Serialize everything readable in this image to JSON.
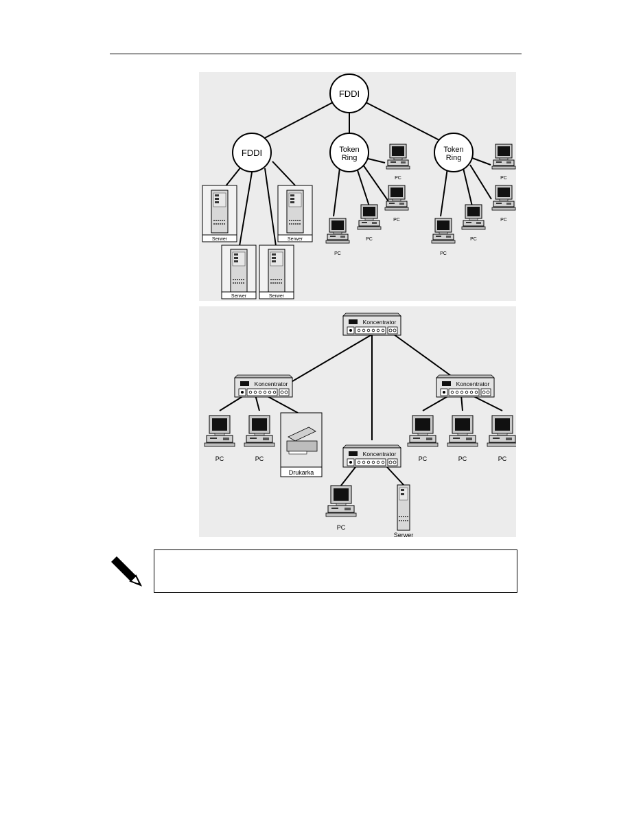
{
  "top_figure": {
    "ring_root": "FDDI",
    "ring_left": "FDDI",
    "ring_mid": "Token Ring",
    "ring_right": "Token Ring",
    "server_label": "Serwer",
    "pc_label": "PC"
  },
  "bottom_figure": {
    "hub_label": "Koncentrator",
    "pc_label": "PC",
    "printer_label": "Drukarka",
    "server_label": "Serwer"
  },
  "note": {
    "icon": "pencil-icon",
    "text": ""
  }
}
